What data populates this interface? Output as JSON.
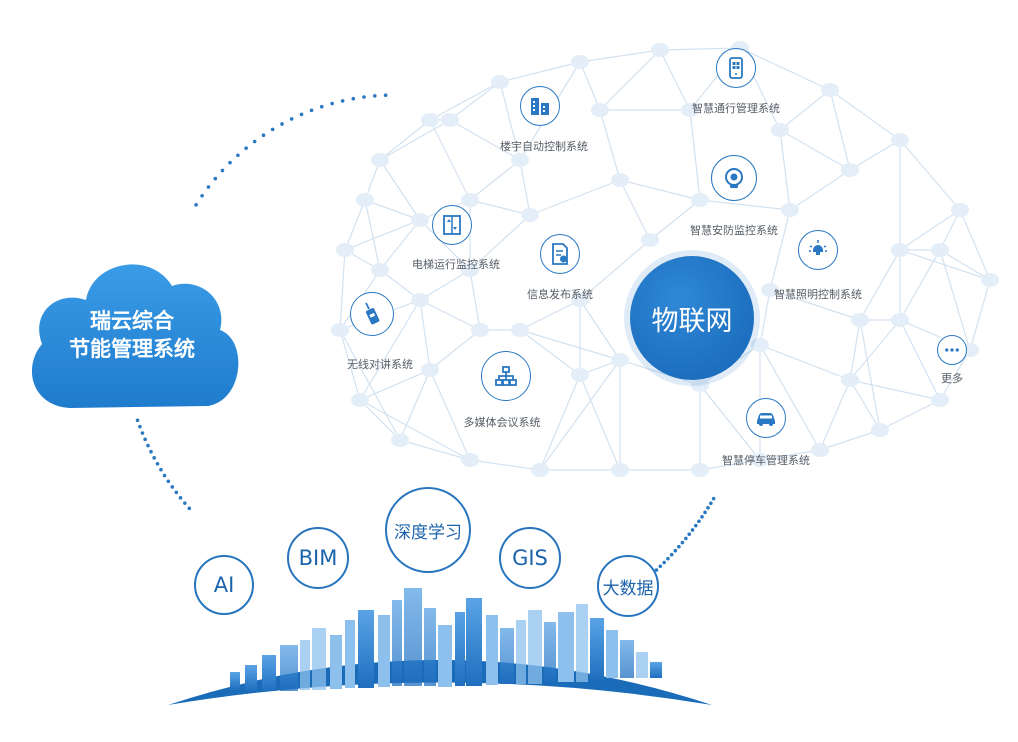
{
  "cloud": {
    "line1": "瑞云综合",
    "line2": "节能管理系统"
  },
  "hub": {
    "label": "物联网"
  },
  "systems": [
    {
      "id": "building",
      "label": "楼宇自动控制系统",
      "icon": "building-icon"
    },
    {
      "id": "access",
      "label": "智慧通行管理系统",
      "icon": "qr-phone-icon"
    },
    {
      "id": "security",
      "label": "智慧安防监控系统",
      "icon": "camera-icon"
    },
    {
      "id": "elevator",
      "label": "电梯运行监控系统",
      "icon": "elevator-icon"
    },
    {
      "id": "info",
      "label": "信息发布系统",
      "icon": "document-icon"
    },
    {
      "id": "lighting",
      "label": "智慧照明控制系统",
      "icon": "lightbulb-icon"
    },
    {
      "id": "intercom",
      "label": "无线对讲系统",
      "icon": "walkie-talkie-icon"
    },
    {
      "id": "multimedia",
      "label": "多媒体会议系统",
      "icon": "network-icon"
    },
    {
      "id": "parking",
      "label": "智慧停车管理系统",
      "icon": "car-icon"
    },
    {
      "id": "more",
      "label": "更多",
      "icon": "more-icon"
    }
  ],
  "technologies": [
    "AI",
    "BIM",
    "深度学习",
    "GIS",
    "大数据"
  ],
  "colors": {
    "primary": "#2a78c2",
    "hub": "#1a6bb8",
    "cloud": "#2a8ad8",
    "mesh": "#c8dcee"
  }
}
